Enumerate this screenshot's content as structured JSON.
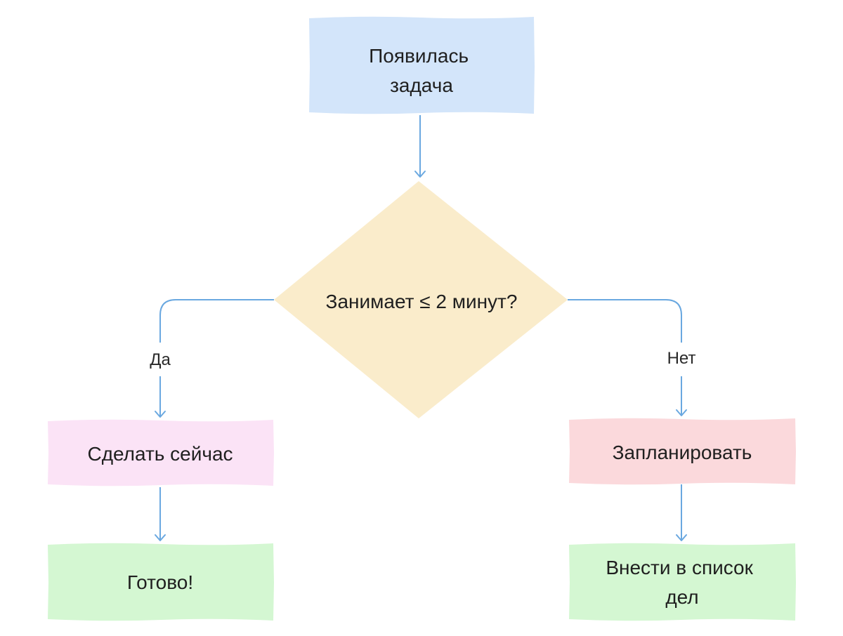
{
  "diagram": {
    "colors": {
      "connector": "#6aa8e0",
      "start_fill": "#d3e5fa",
      "decision_fill": "#faeccb",
      "do_now_fill": "#fbe3f6",
      "plan_fill": "#fbd9dc",
      "done_fill": "#d4f7d2",
      "add_list_fill": "#d4f7d2",
      "text": "#1f1f1f"
    },
    "nodes": {
      "start": {
        "line1": "Появилась",
        "line2": "задача"
      },
      "decision": {
        "label": "Занимает ≤ 2 минут?"
      },
      "do_now": {
        "label": "Сделать сейчас"
      },
      "done": {
        "label": "Готово!"
      },
      "plan": {
        "label": "Запланировать"
      },
      "add_list": {
        "line1": "Внести в список",
        "line2": "дел"
      }
    },
    "edges": {
      "yes_label": "Да",
      "no_label": "Нет"
    }
  }
}
